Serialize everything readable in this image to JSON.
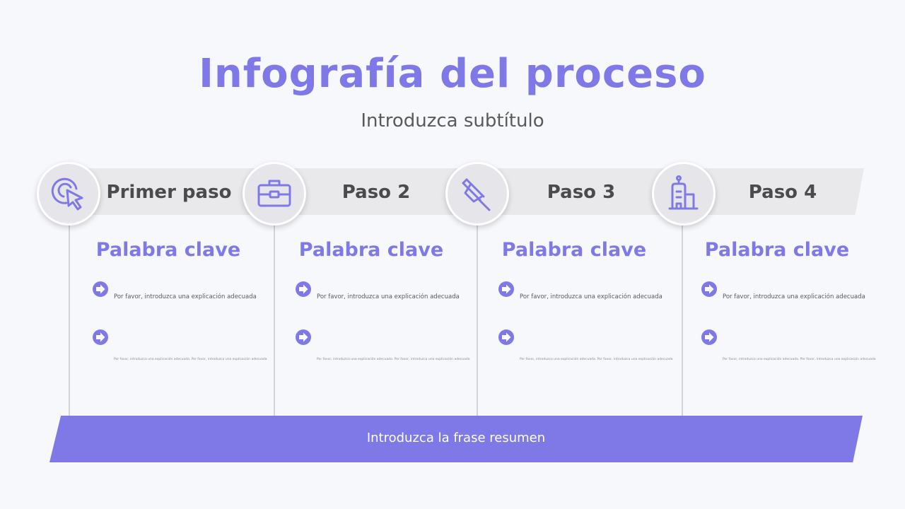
{
  "title": "Infografía del proceso",
  "subtitle": "Introduzca subtítulo",
  "accent_color": "#7f79e8",
  "steps": [
    {
      "label": "Primer paso",
      "icon": "pointer-click-icon",
      "keyword": "Palabra clave",
      "text1": "Por favor, introduzca una explicación adecuada",
      "text2": "Por favor, introduzca una explicación adecuada. Por favor, introduzca una explicación adecuada"
    },
    {
      "label": "Paso 2",
      "icon": "briefcase-icon",
      "keyword": "Palabra clave",
      "text1": "Por favor, introduzca una explicación adecuada",
      "text2": "Por favor, introduzca una explicación adecuada. Por favor, introduzca una explicación adecuada"
    },
    {
      "label": "Paso 3",
      "icon": "pushpin-icon",
      "keyword": "Palabra clave",
      "text1": "Por favor, introduzca una explicación adecuada",
      "text2": "Por favor, introduzca una explicación adecuada. Por favor, introduzca una explicación adecuada"
    },
    {
      "label": "Paso 4",
      "icon": "building-icon",
      "keyword": "Palabra clave",
      "text1": "Por favor, introduzca una explicación adecuada",
      "text2": "Por favor, introduzca una explicación adecuada. Por favor, introduzca una explicación adecuada"
    }
  ],
  "summary": "Introduzca la frase resumen"
}
